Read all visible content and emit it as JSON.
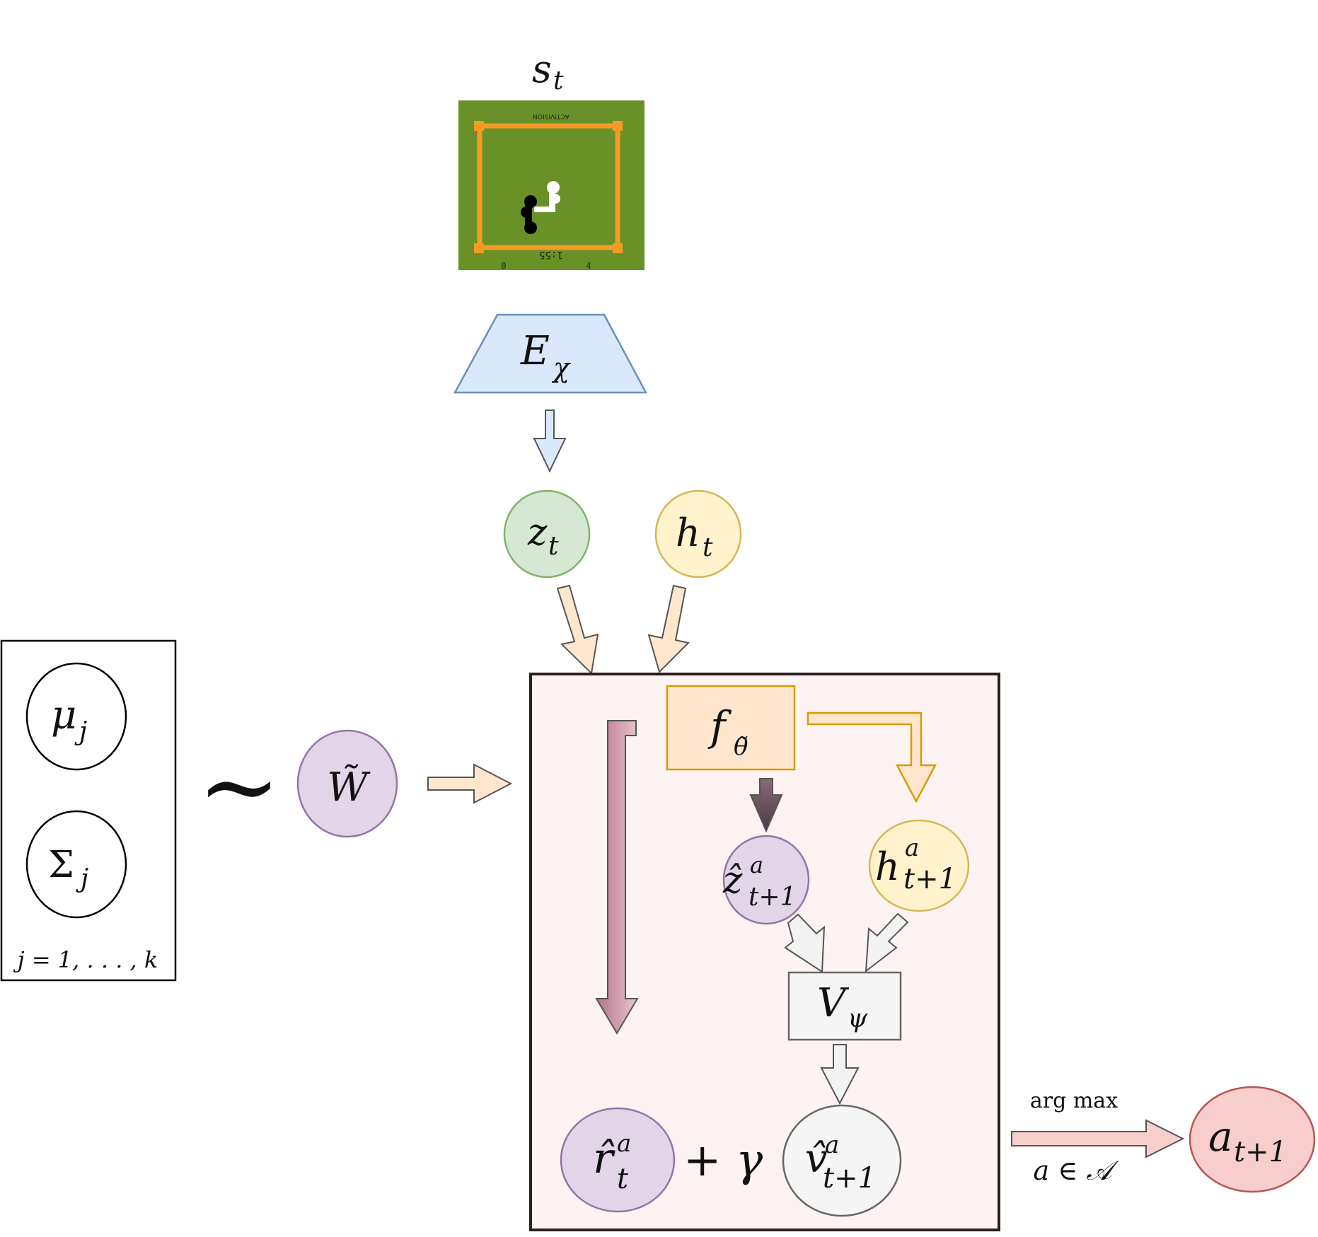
{
  "diagram": {
    "state": {
      "sym": "s",
      "sub": "t"
    },
    "game": {
      "top_text": "ACTIVISION",
      "clock": "1:55",
      "score_left": "0",
      "score_right": "4"
    },
    "encoder": {
      "sym": "E",
      "sub": "χ"
    },
    "z_t": {
      "sym": "z",
      "sub": "t"
    },
    "h_t": {
      "sym": "h",
      "sub": "t"
    },
    "prior": {
      "mu_sym": "μ",
      "mu_sub": "j",
      "sigma_sym": "Σ",
      "sigma_sub": "j",
      "index_text": "j = 1, . . . , k"
    },
    "tilde": "∼",
    "W": {
      "sym": "W̃"
    },
    "f": {
      "sym": "f",
      "sub": "θ̃"
    },
    "z_next": {
      "sym": "ẑ",
      "sup": "a",
      "sub": "t+1"
    },
    "h_next": {
      "sym": "h",
      "sup": "a",
      "sub": "t+1"
    },
    "V": {
      "sym": "V",
      "sub": "ψ"
    },
    "r_hat": {
      "sym": "r̂",
      "sup": "a",
      "sub": "t"
    },
    "plus_gamma": "+ γ",
    "v_hat": {
      "sym": "v̂",
      "sup": "a",
      "sub": "t+1"
    },
    "argmax": {
      "top": "arg max",
      "bottom": "a ∈ 𝒜"
    },
    "action": {
      "sym": "a",
      "sub": "t+1"
    }
  },
  "colors": {
    "encoder_fill": "#dae8fc",
    "encoder_stroke": "#6c8ebf",
    "green_fill": "#d5e8d4",
    "green_stroke": "#82b366",
    "yellow_fill": "#fff2cc",
    "yellow_stroke": "#d6b656",
    "purple_fill": "#e1d5e7",
    "purple_stroke": "#9673a6",
    "orange_fill": "#ffe6cc",
    "orange_stroke": "#d79b00",
    "grey_fill": "#f5f5f5",
    "grey_stroke": "#666666",
    "red_fill": "#f8cecc",
    "red_stroke": "#b85450",
    "panel_fill": "#fdf3f2",
    "panel_stroke": "#2b1f1f",
    "game_green": "#6a9128",
    "game_orange": "#f59a23"
  }
}
